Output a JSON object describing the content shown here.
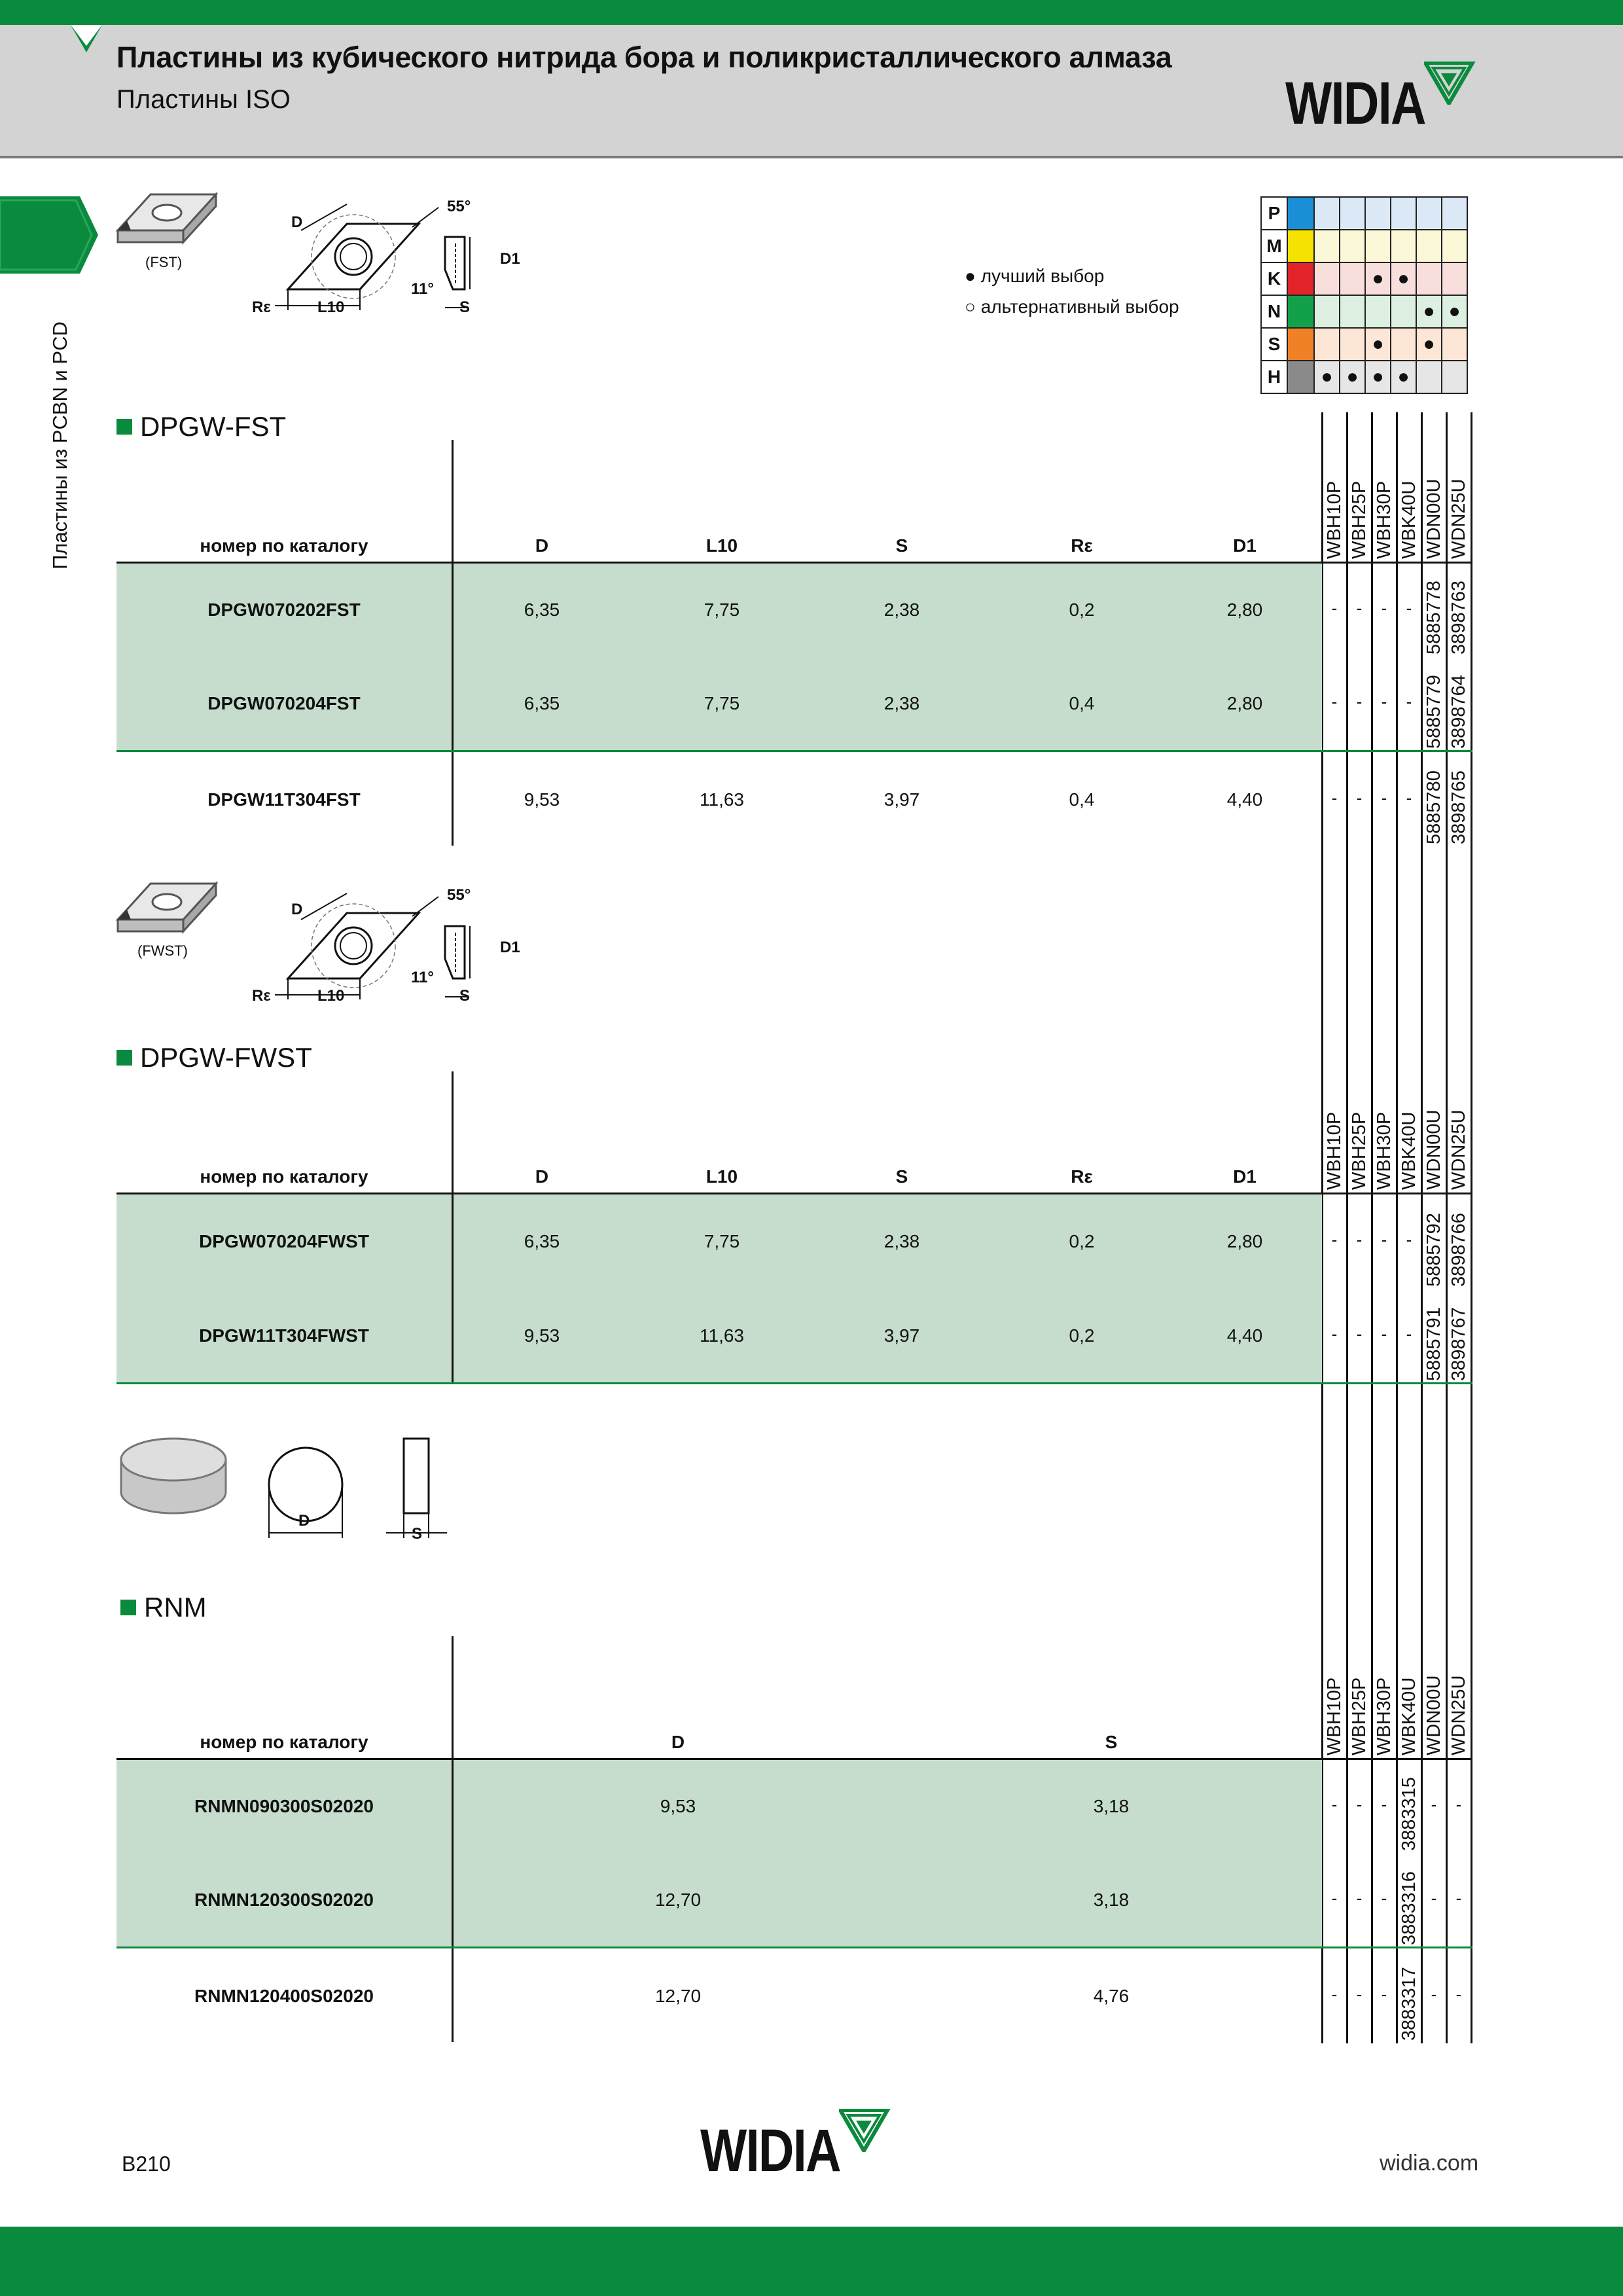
{
  "header": {
    "title": "Пластины из кубического нитрида бора и поликристаллического алмаза",
    "subtitle": "Пластины ISO",
    "logo": "WIDIA"
  },
  "side_tab": {
    "label": "Пластины из PCBN и PCD"
  },
  "legend": {
    "best": "● лучший выбор",
    "alternative": "○ альтернативный выбор"
  },
  "materials": [
    {
      "code": "P",
      "color": "#1a8fd6",
      "marks": [
        "",
        "",
        "",
        "",
        "",
        ""
      ]
    },
    {
      "code": "M",
      "color": "#f5e200",
      "marks": [
        "",
        "",
        "",
        "",
        "",
        ""
      ]
    },
    {
      "code": "K",
      "color": "#e2232a",
      "marks": [
        "",
        "",
        "●",
        "●",
        "",
        ""
      ]
    },
    {
      "code": "N",
      "color": "#12a14a",
      "marks": [
        "",
        "",
        "",
        "",
        "●",
        "●"
      ]
    },
    {
      "code": "S",
      "color": "#f08127",
      "marks": [
        "",
        "",
        "●",
        "",
        "●",
        ""
      ]
    },
    {
      "code": "H",
      "color": "#8a8a8a",
      "marks": [
        "●",
        "●",
        "●",
        "●",
        "",
        ""
      ]
    }
  ],
  "grades": [
    "WBH10P",
    "WBH25P",
    "WBH30P",
    "WBK40U",
    "WDN00U",
    "WDN25U"
  ],
  "sections": [
    {
      "name": "DPGW-FST",
      "drawing_label": "(FST)",
      "dims": {
        "D": "D",
        "L10": "L10",
        "S": "S",
        "Re": "Rε",
        "D1": "D1",
        "angle1": "55°",
        "angle2": "11°"
      },
      "headers": {
        "cat": "номер по каталогу",
        "D": "D",
        "L10": "L10",
        "S": "S",
        "Re": "Rε",
        "D1": "D1"
      },
      "rows": [
        {
          "cat": "DPGW070202FST",
          "D": "6,35",
          "L10": "7,75",
          "S": "2,38",
          "Re": "0,2",
          "D1": "2,80",
          "codes": [
            "-",
            "-",
            "-",
            "-",
            "5885778",
            "3898763"
          ]
        },
        {
          "cat": "DPGW070204FST",
          "D": "6,35",
          "L10": "7,75",
          "S": "2,38",
          "Re": "0,4",
          "D1": "2,80",
          "codes": [
            "-",
            "-",
            "-",
            "-",
            "5885779",
            "3898764"
          ]
        },
        {
          "cat": "DPGW11T304FST",
          "D": "9,53",
          "L10": "11,63",
          "S": "3,97",
          "Re": "0,4",
          "D1": "4,40",
          "codes": [
            "-",
            "-",
            "-",
            "-",
            "5885780",
            "3898765"
          ]
        }
      ]
    },
    {
      "name": "DPGW-FWST",
      "drawing_label": "(FWST)",
      "dims": {
        "D": "D",
        "L10": "L10",
        "S": "S",
        "Re": "Rε",
        "D1": "D1",
        "angle1": "55°",
        "angle2": "11°"
      },
      "headers": {
        "cat": "номер по каталогу",
        "D": "D",
        "L10": "L10",
        "S": "S",
        "Re": "Rε",
        "D1": "D1"
      },
      "rows": [
        {
          "cat": "DPGW070204FWST",
          "D": "6,35",
          "L10": "7,75",
          "S": "2,38",
          "Re": "0,2",
          "D1": "2,80",
          "codes": [
            "-",
            "-",
            "-",
            "-",
            "5885792",
            "3898766"
          ]
        },
        {
          "cat": "DPGW11T304FWST",
          "D": "9,53",
          "L10": "11,63",
          "S": "3,97",
          "Re": "0,2",
          "D1": "4,40",
          "codes": [
            "-",
            "-",
            "-",
            "-",
            "5885791",
            "3898767"
          ]
        }
      ]
    },
    {
      "name": "RNM",
      "dims": {
        "D": "D",
        "S": "S"
      },
      "headers": {
        "cat": "номер по каталогу",
        "D": "D",
        "S": "S"
      },
      "rows": [
        {
          "cat": "RNMN090300S02020",
          "D": "9,53",
          "S": "3,18",
          "codes": [
            "-",
            "-",
            "-",
            "3883315",
            "-",
            "-"
          ]
        },
        {
          "cat": "RNMN120300S02020",
          "D": "12,70",
          "S": "3,18",
          "codes": [
            "-",
            "-",
            "-",
            "3883316",
            "-",
            "-"
          ]
        },
        {
          "cat": "RNMN120400S02020",
          "D": "12,70",
          "S": "4,76",
          "codes": [
            "-",
            "-",
            "-",
            "3883317",
            "-",
            "-"
          ]
        }
      ]
    }
  ],
  "footer": {
    "page": "B210",
    "site": "widia.com",
    "logo": "WIDIA"
  }
}
